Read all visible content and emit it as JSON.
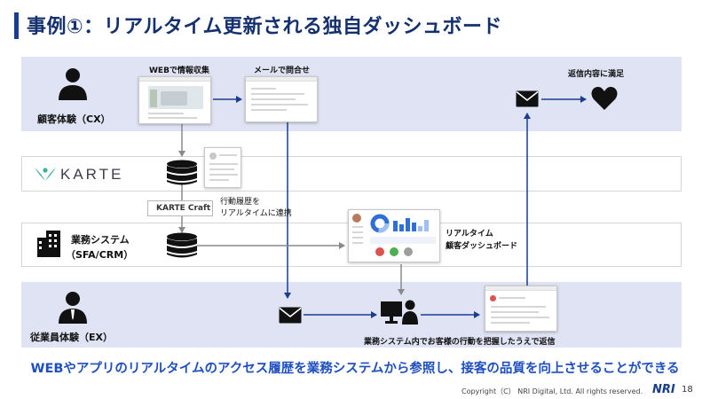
{
  "title": "事例①：リアルタイム更新される独自ダッシュボード",
  "lanes": {
    "cx": "顧客体験（CX）",
    "karte": "KARTE",
    "biz_line1": "業務システム",
    "biz_line2": "（SFA/CRM）",
    "ex": "従業員体験（EX）"
  },
  "labels": {
    "web_collect": "WEBで情報収集",
    "mail_inquiry": "メールで問合せ",
    "reply_satisfied": "返信内容に満足",
    "karte_craft": "KARTE Craft",
    "action_line1": "行動履歴を",
    "action_line2": "リアルタイムに連携",
    "dashboard_line1": "リアルタイム",
    "dashboard_line2": "顧客ダッシュボード",
    "ex_action": "業務システム内でお客様の行動を把握したうえで返信"
  },
  "bottom_message": "WEBやアプリのリアルタイムのアクセス履歴を業務システムから参照し、接客の品質を向上させることができる",
  "footer": {
    "copyright": "Copyright（C） NRI Digital, Ltd. All rights reserved.",
    "logo": "NRI",
    "page": "18"
  },
  "colors": {
    "title": "#14306e",
    "accent_bar": "#1a3d8f",
    "band": "#dfe3f3",
    "bottom_message": "#1f4fbf",
    "karte_green": "#3bb39a"
  },
  "icons": [
    "person-icon",
    "database-icon",
    "building-icon",
    "envelope-icon",
    "heart-icon",
    "operator-monitor-icon",
    "karte-logo-icon"
  ]
}
